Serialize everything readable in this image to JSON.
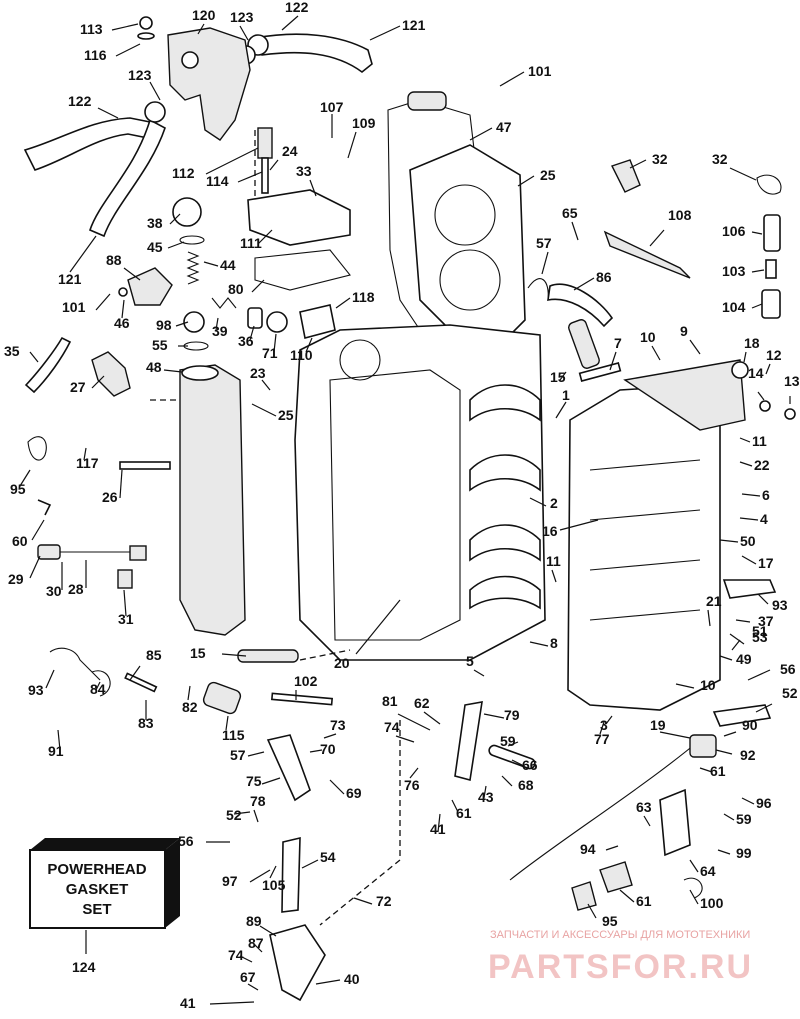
{
  "kit_box": {
    "line1": "POWERHEAD",
    "line2": "GASKET",
    "line3": "SET",
    "part_number": "124"
  },
  "watermark": {
    "tagline": "ЗАПЧАСТИ И АКСЕССУАРЫ ДЛЯ МОТОТЕХНИКИ",
    "brand": "PARTSFOR.RU"
  },
  "callouts": [
    "113",
    "116",
    "120",
    "123",
    "122",
    "121",
    "123",
    "122",
    "101",
    "107",
    "109",
    "47",
    "112",
    "114",
    "24",
    "33",
    "25",
    "32",
    "32",
    "38",
    "45",
    "111",
    "44",
    "65",
    "108",
    "121",
    "88",
    "106",
    "57",
    "86",
    "101",
    "46",
    "80",
    "118",
    "103",
    "104",
    "98",
    "39",
    "36",
    "71",
    "110",
    "55",
    "10",
    "9",
    "18",
    "12",
    "35",
    "15",
    "7",
    "27",
    "48",
    "23",
    "25",
    "14",
    "13",
    "1",
    "11",
    "117",
    "26",
    "22",
    "95",
    "6",
    "2",
    "16",
    "4",
    "60",
    "50",
    "29",
    "30",
    "28",
    "11",
    "17",
    "31",
    "8",
    "93",
    "21",
    "37",
    "53",
    "51",
    "20",
    "15",
    "5",
    "49",
    "56",
    "10",
    "52",
    "93",
    "84",
    "83",
    "85",
    "82",
    "115",
    "102",
    "81",
    "62",
    "79",
    "59",
    "77",
    "3",
    "19",
    "90",
    "92",
    "91",
    "57",
    "73",
    "70",
    "74",
    "76",
    "66",
    "68",
    "75",
    "69",
    "61",
    "96",
    "52",
    "78",
    "61",
    "41",
    "43",
    "59",
    "56",
    "63",
    "94",
    "99",
    "54",
    "64",
    "97",
    "105",
    "72",
    "61",
    "100",
    "95",
    "89",
    "87",
    "74",
    "40",
    "67",
    "41",
    "43"
  ]
}
